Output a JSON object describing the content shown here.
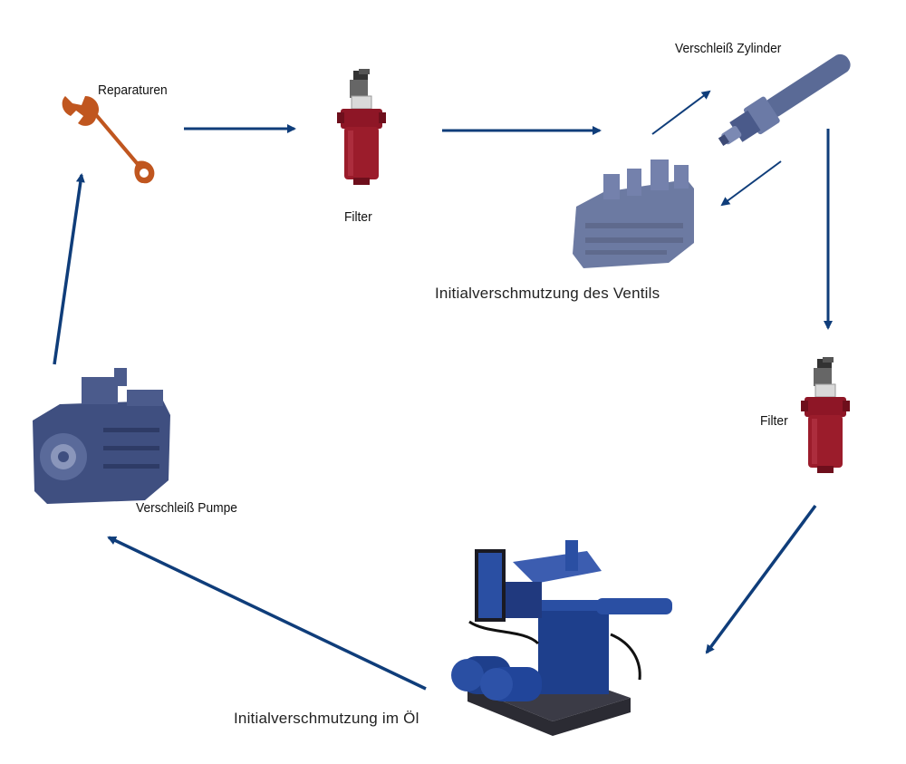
{
  "labels": {
    "repairs": "Reparaturen",
    "filter_top": "Filter",
    "cylinder_wear": "Verschleiß Zylinder",
    "valve_contamination": "Initialverschmutzung des Ventils",
    "filter_right": "Filter",
    "pump_wear": "Verschleiß Pumpe",
    "oil_contamination": "Initialverschmutzung im Öl"
  },
  "colors": {
    "arrow": "#0f3d7a",
    "filter": "#9b1c2b",
    "wrench": "#c0561f",
    "component": "#4a5a8a",
    "unit": "#1e3f8c"
  },
  "icons": {
    "wrench": "wrench-icon",
    "filter": "hydraulic-filter-icon",
    "cylinder": "hydraulic-cylinder-icon",
    "valve": "valve-block-icon",
    "pump": "hydraulic-pump-icon",
    "unit": "hydraulic-power-unit-icon"
  }
}
